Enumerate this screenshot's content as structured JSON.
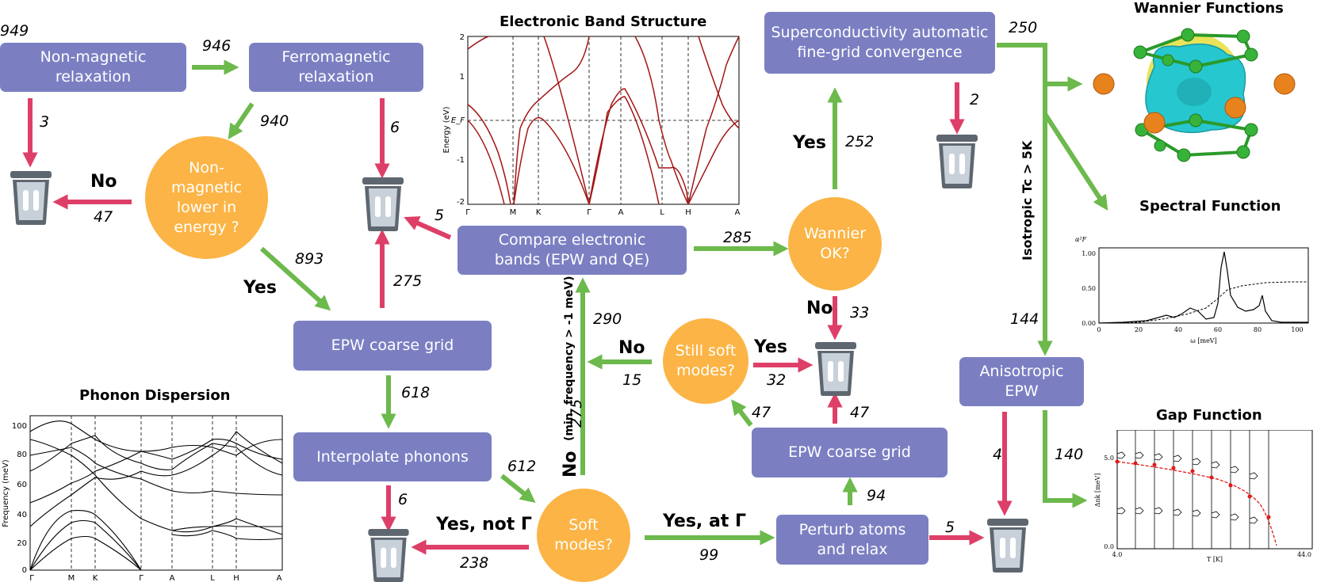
{
  "nodes": {
    "nonmag_relax": "Non-magnetic\nrelaxation",
    "ferro_relax": "Ferromagnetic\nrelaxation",
    "nonmag_lower": "Non-\nmagnetic\nlower in\nenergy ?",
    "epw_coarse_1": "EPW coarse grid",
    "interp_phonons": "Interpolate phonons",
    "soft_modes": "Soft\nmodes?",
    "compare_bands": "Compare electronic\nbands (EPW and QE)",
    "wannier_ok": "Wannier\nOK?",
    "still_soft": "Still soft\nmodes?",
    "epw_coarse_2": "EPW coarse grid",
    "perturb": "Perturb atoms\nand relax",
    "supercond": "Superconductivity automatic\nfine-grid convergence",
    "aniso": "Anisotropic\nEPW"
  },
  "counts": {
    "n949": "949",
    "n946": "946",
    "n3": "3",
    "n940": "940",
    "n47a": "47",
    "n6a": "6",
    "n893": "893",
    "n275a": "275",
    "n5a": "5",
    "n618": "618",
    "n6b": "6",
    "n612": "612",
    "n238": "238",
    "n99": "99",
    "n275b": "275",
    "n290": "290",
    "n285": "285",
    "n252": "252",
    "n2": "2",
    "n33": "33",
    "n15": "15",
    "n32": "32",
    "n47b": "47",
    "n47c": "47",
    "n94": "94",
    "n5b": "5",
    "n250": "250",
    "n144": "144",
    "n4": "4",
    "n140": "140"
  },
  "labels": {
    "no1": "No",
    "yes1": "Yes",
    "yes_not_gamma": "Yes, not Γ",
    "yes_at_gamma": "Yes, at Γ",
    "no_big": "No",
    "no_sub": "(min. frequency > -1 meV)",
    "yes2": "Yes",
    "no2": "No",
    "no3": "No",
    "yes3": "Yes",
    "isotropic": "Isotropic Tc > 5K"
  },
  "titles": {
    "band": "Electronic Band Structure",
    "wannier": "Wannier Functions",
    "spectral": "Spectral Function",
    "phonon": "Phonon Dispersion",
    "gap": "Gap Function"
  },
  "band_plot": {
    "ylabel": "Energy (eV)",
    "yticks": [
      "2",
      "1",
      "E_F",
      "-1",
      "-2"
    ],
    "xticks": [
      "Γ",
      "M",
      "K",
      "Γ",
      "A",
      "L",
      "H",
      "A"
    ]
  },
  "phonon_plot": {
    "ylabel": "Frequency (meV)",
    "yticks": [
      "100",
      "80",
      "60",
      "40",
      "20",
      "0"
    ],
    "xticks": [
      "Γ",
      "M",
      "K",
      "Γ",
      "A",
      "L",
      "H",
      "A"
    ]
  },
  "spectral_plot": {
    "ylabel": "α²F",
    "yticks": [
      "1.00",
      "0.50",
      "0.00"
    ],
    "xticks": [
      "0",
      "20",
      "40",
      "60",
      "80",
      "100"
    ],
    "xlabel": "ω [meV]"
  },
  "gap_plot": {
    "ylabel": "Δnk [meV]",
    "yticks": [
      "5.0",
      "0.0"
    ],
    "xticks": [
      "4.0",
      "44.0"
    ],
    "xlabel": "T [K]"
  },
  "colors": {
    "box": "#7b7fc2",
    "circle": "#fbb445",
    "green_arrow": "#6cb94c",
    "red_arrow": "#dd3f68"
  },
  "icons": [
    "trash-can-icon"
  ]
}
